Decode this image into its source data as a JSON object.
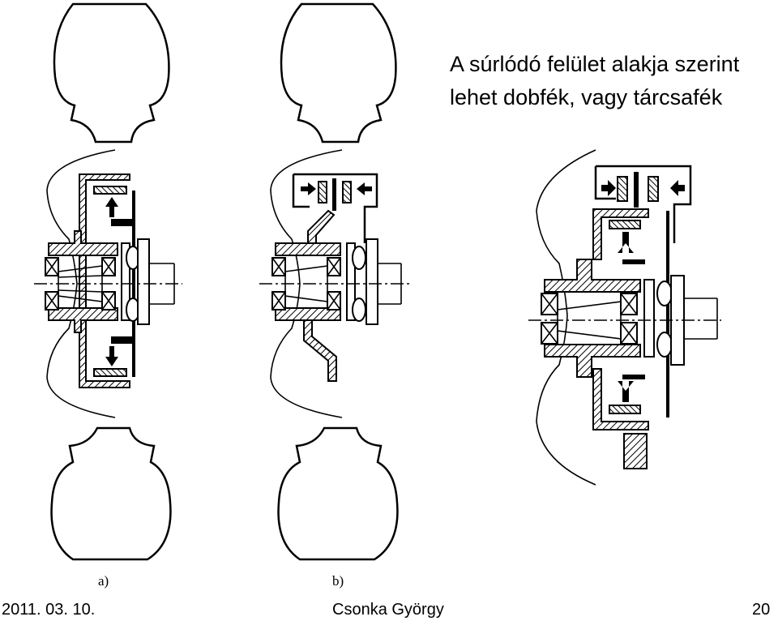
{
  "title": {
    "line1": "A súrlódó felület alakja szerint",
    "line2": "lehet dobfék, vagy tárcsafék"
  },
  "figure": {
    "label_a": "a)",
    "label_b": "b)"
  },
  "footer": {
    "date": "2011. 03. 10.",
    "author": "Csonka György",
    "page": "20"
  }
}
